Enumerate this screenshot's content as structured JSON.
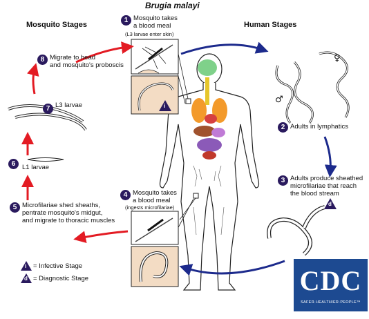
{
  "title": "Brugia malayi",
  "mosquito_stages_header": "Mosquito Stages",
  "human_stages_header": "Human Stages",
  "steps": [
    {
      "num": "1",
      "text": "Mosquito takes\na blood meal",
      "sub": "(L3 larvae enter skin)"
    },
    {
      "num": "2",
      "text": "Adults in lymphatics"
    },
    {
      "num": "3",
      "text": "Adults produce sheathed\nmicrofilariae that reach\nthe blood stream"
    },
    {
      "num": "4",
      "text": "Mosquito takes\na blood meal",
      "sub": "(ingests microfilariae)"
    },
    {
      "num": "5",
      "text": "Microfilariae shed sheaths,\npentrate mosquito's midgut,\nand migrate to thoracic muscles"
    },
    {
      "num": "6",
      "text": "L1 larvae"
    },
    {
      "num": "7",
      "text": "L3 larvae"
    },
    {
      "num": "8",
      "text": "Migrate to head\nand mosquito's proboscis"
    }
  ],
  "legend": {
    "infective_symbol": "i",
    "infective_label": "= Infective Stage",
    "diagnostic_symbol": "d",
    "diagnostic_label": "= Diagnostic Stage"
  },
  "symbols": {
    "male": "♂",
    "female": "♀"
  },
  "logo": {
    "text": "CDC",
    "tagline": "SAFER·HEALTHIER·PEOPLE™"
  },
  "colors": {
    "mosquito_arrow": "#e31b23",
    "human_arrow": "#1c2a8c",
    "badge": "#2a1a5e",
    "inset_bg": "#f3dcc4",
    "cdc_blue": "#1d4a91"
  }
}
